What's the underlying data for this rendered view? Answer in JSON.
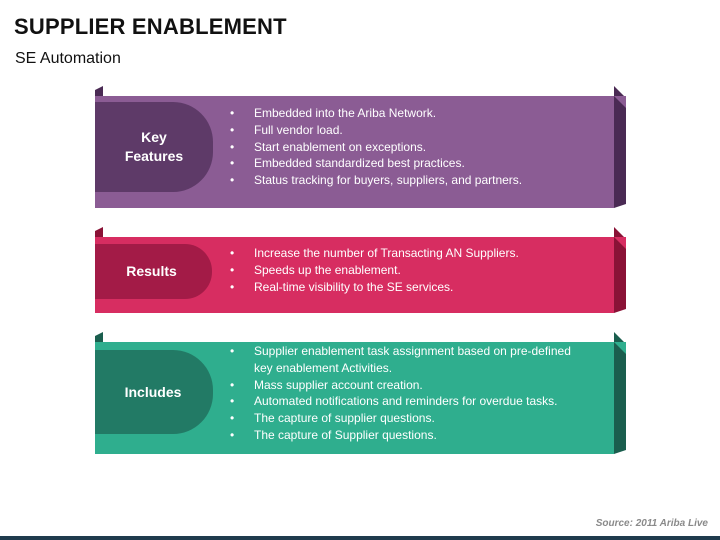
{
  "header": {
    "title": "SUPPLIER ENABLEMENT",
    "subtitle": "SE Automation"
  },
  "colors": {
    "purple": "#8b5c94",
    "purple_dark": "#5e3a68",
    "purple_shadow": "#4a2a54",
    "pink": "#d72d61",
    "pink_dark": "#a31b47",
    "pink_shadow": "#8a1236",
    "teal": "#2fae8e",
    "teal_dark": "#227a65",
    "teal_shadow": "#1a5e4e"
  },
  "cards": [
    {
      "label": "Key\nFeatures",
      "bullets": [
        "Embedded into the Ariba Network.",
        "Full vendor load.",
        "Start enablement on exceptions.",
        "Embedded standardized best practices.",
        "Status tracking for buyers, suppliers, and partners."
      ]
    },
    {
      "label": "Results",
      "bullets": [
        "Increase the number of Transacting AN Suppliers.",
        "Speeds up the enablement.",
        "Real-time visibility to the SE services."
      ]
    },
    {
      "label": "Includes",
      "bullets": [
        "Supplier enablement task assignment based on pre-defined key enablement Activities.",
        "Mass supplier account creation.",
        "Automated notifications and reminders for overdue tasks.",
        "The capture of supplier questions.",
        "The capture of Supplier questions."
      ]
    }
  ],
  "footer": {
    "source": "Source: 2011 Ariba Live"
  }
}
